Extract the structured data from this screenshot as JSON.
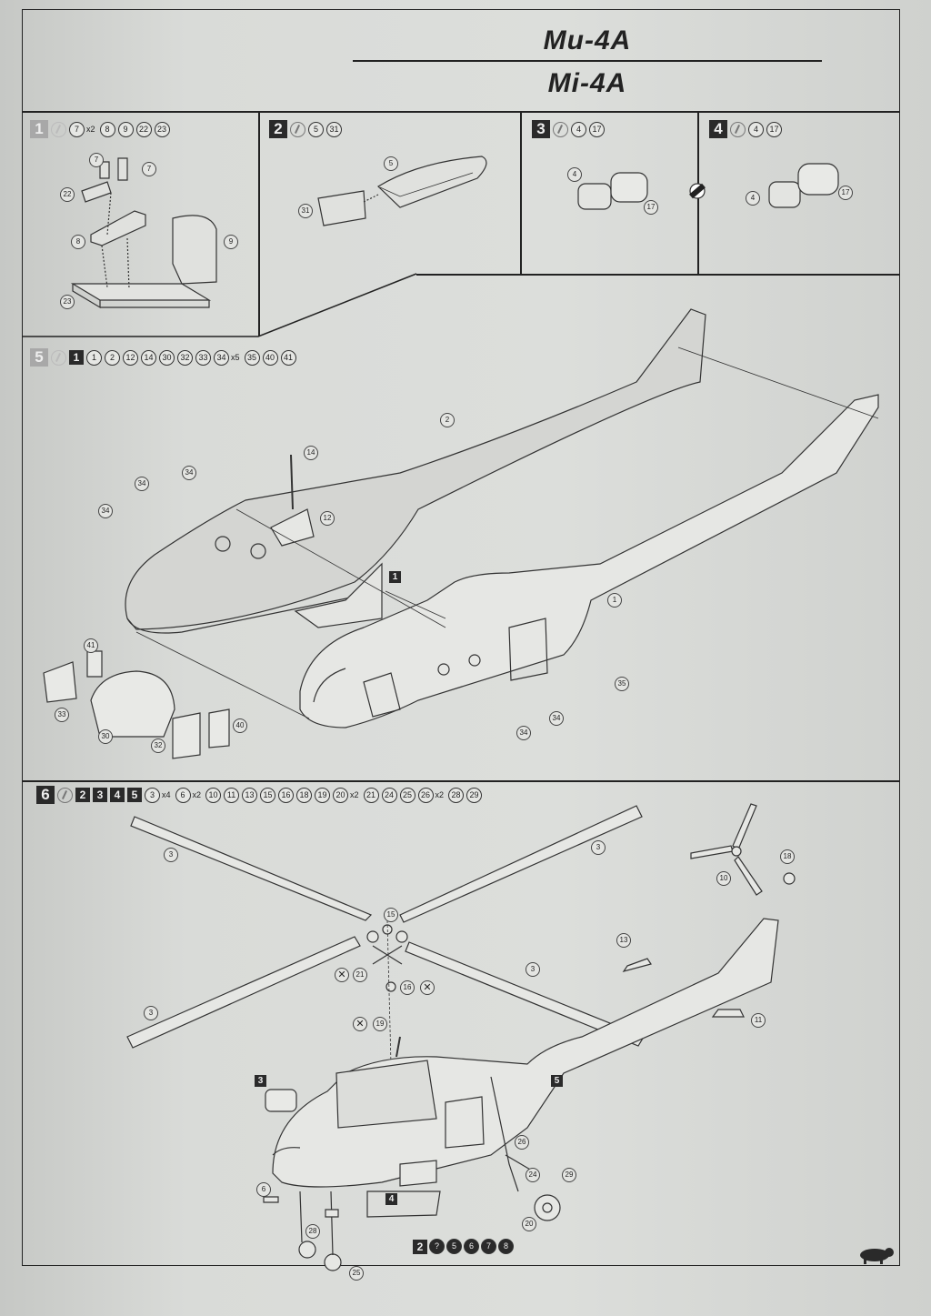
{
  "title": {
    "ru": "Ми-4А",
    "en": "Mi-4A"
  },
  "steps": [
    {
      "num": "1",
      "light": true,
      "parts": [
        {
          "label": "7",
          "mult": "x2"
        },
        {
          "label": "8"
        },
        {
          "label": "9"
        },
        {
          "label": "22"
        },
        {
          "label": "23"
        }
      ],
      "callouts": [
        "7",
        "7",
        "22",
        "8",
        "9",
        "23"
      ]
    },
    {
      "num": "2",
      "parts": [
        {
          "label": "5"
        },
        {
          "label": "31"
        }
      ],
      "callouts": [
        "5",
        "31"
      ]
    },
    {
      "num": "3",
      "parts": [
        {
          "label": "4"
        },
        {
          "label": "17"
        }
      ],
      "callouts": [
        "4",
        "17"
      ]
    },
    {
      "num": "4",
      "parts": [
        {
          "label": "4"
        },
        {
          "label": "17"
        }
      ],
      "callouts": [
        "4",
        "17"
      ]
    },
    {
      "num": "5",
      "light": true,
      "subassemblies": [
        "1"
      ],
      "parts": [
        {
          "label": "1"
        },
        {
          "label": "2"
        },
        {
          "label": "12"
        },
        {
          "label": "14"
        },
        {
          "label": "30"
        },
        {
          "label": "32"
        },
        {
          "label": "33"
        },
        {
          "label": "34",
          "mult": "x5"
        },
        {
          "label": "35"
        },
        {
          "label": "40"
        },
        {
          "label": "41"
        }
      ],
      "callouts": [
        "2",
        "14",
        "34",
        "34",
        "34",
        "12",
        "1",
        "1",
        "35",
        "34",
        "34",
        "41",
        "33",
        "30",
        "32",
        "40"
      ]
    },
    {
      "num": "6",
      "subassemblies": [
        "2",
        "3",
        "4",
        "5"
      ],
      "parts": [
        {
          "label": "3",
          "mult": "x4"
        },
        {
          "label": "6",
          "mult": "x2"
        },
        {
          "label": "10"
        },
        {
          "label": "11"
        },
        {
          "label": "13"
        },
        {
          "label": "15"
        },
        {
          "label": "16"
        },
        {
          "label": "18"
        },
        {
          "label": "19"
        },
        {
          "label": "20",
          "mult": "x2"
        },
        {
          "label": "21"
        },
        {
          "label": "24"
        },
        {
          "label": "25"
        },
        {
          "label": "26",
          "mult": "x2"
        },
        {
          "label": "28"
        },
        {
          "label": "29"
        }
      ],
      "callouts": [
        "3",
        "3",
        "3",
        "3",
        "15",
        "21",
        "16",
        "19",
        "10",
        "18",
        "13",
        "11",
        "3",
        "5",
        "26",
        "24",
        "29",
        "6",
        "28",
        "25",
        "20",
        "4"
      ]
    }
  ],
  "paint_codes": [
    "2",
    "?",
    "5",
    "6",
    "7",
    "8"
  ]
}
